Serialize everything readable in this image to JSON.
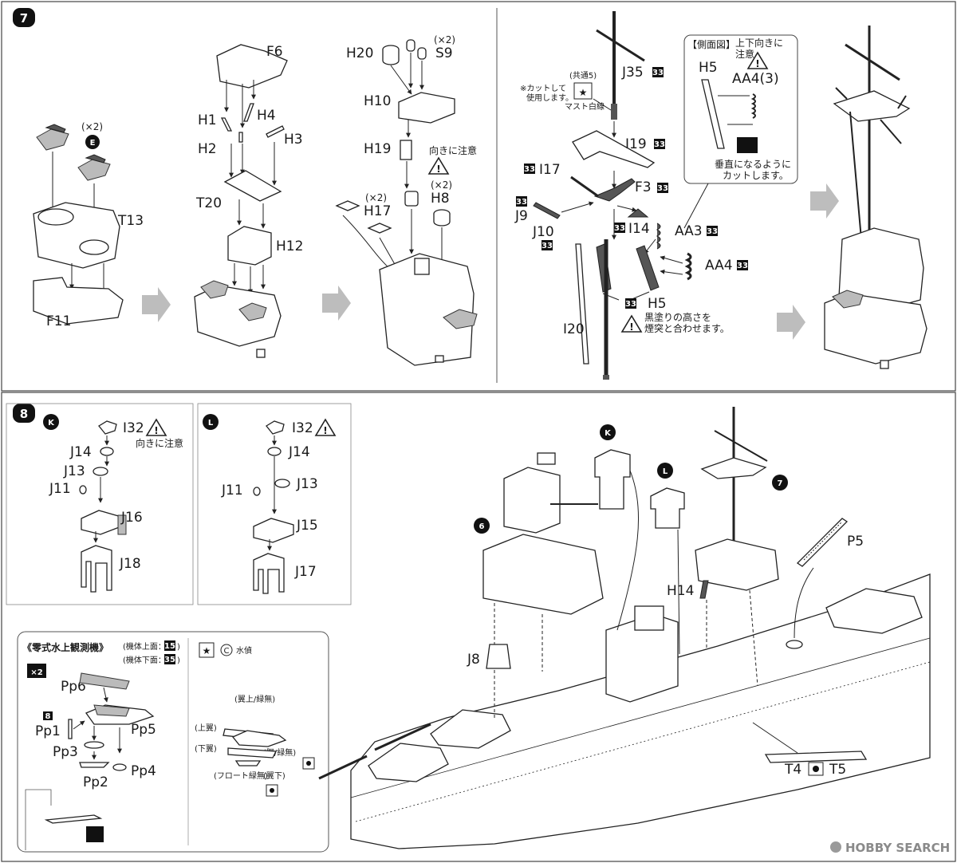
{
  "step7": {
    "number": "7",
    "sub_e": "E",
    "sub_e_qty": "(×2)",
    "labels": {
      "T13": "T13",
      "F11": "F11",
      "F6": "F6",
      "H1": "H1",
      "H4": "H4",
      "H2": "H2",
      "H3": "H3",
      "T20": "T20",
      "H12": "H12",
      "H20": "H20",
      "S9": "S9",
      "S9_qty": "(×2)",
      "H10": "H10",
      "H19": "H19",
      "H8": "H8",
      "H8_qty": "(×2)",
      "H17": "H17",
      "H17_qty": "(×2)",
      "orient_note": "向きに注意",
      "J35": "J35",
      "J35_code": "33",
      "I19": "I19",
      "I19_code": "33",
      "I17": "I17",
      "I17_code": "33",
      "F3": "F3",
      "F3_code": "33",
      "J9": "J9",
      "J9_code": "33",
      "J10": "J10",
      "J10_code": "33",
      "I14": "I14",
      "I14_code": "33",
      "AA3": "AA3",
      "AA3_code": "33",
      "AA4": "AA4",
      "AA4_code": "33",
      "H5": "H5",
      "H5_code": "33",
      "I20": "I20",
      "common_label": "(共通5)",
      "cut_note_1": "※カットして",
      "cut_note_2": "使用します。",
      "mast_line": "マスト白線",
      "black_note_1": "黒塗りの高さを",
      "black_note_2": "煙突と合わせます。"
    },
    "side_view": {
      "title": "【側面図】",
      "note_1": "上下向きに",
      "note_2": "注意",
      "h5": "H5",
      "aa4": "AA4(3)",
      "cut_1": "垂直になるように",
      "cut_2": "カットします。"
    }
  },
  "step8": {
    "number": "8",
    "sub_k": "K",
    "sub_l": "L",
    "k_labels": {
      "I32": "I32",
      "orient": "向きに注意",
      "J14": "J14",
      "J13": "J13",
      "J11": "J11",
      "J16": "J16",
      "J18": "J18"
    },
    "l_labels": {
      "I32": "I32",
      "J14": "J14",
      "J11": "J11",
      "J13": "J13",
      "J15": "J15",
      "J17": "J17"
    },
    "plane": {
      "title": "《零式水上観測機》",
      "top_note": "(機体上面：",
      "top_code": "15",
      "bottom_note": "(機体下面：",
      "bottom_code": "35",
      "close_paren": ")",
      "qty": "×2",
      "Pp6": "Pp6",
      "Pp1": "Pp1",
      "Pp5": "Pp5",
      "Pp3": "Pp3",
      "Pp4": "Pp4",
      "Pp2": "Pp2",
      "Pp_code": "8",
      "decal_c": "C",
      "decal_label": "水偵",
      "wing_top_note": "(翼上/緑無)",
      "upper_wing": "(上翼)",
      "lower_wing": "(下翼)",
      "fuselage_note": "(胴/緑無)",
      "float_note": "(フロート緑無)",
      "wing_bottom": "(翼下)"
    },
    "ship_labels": {
      "six": "6",
      "K": "K",
      "L": "L",
      "seven": "7",
      "P5": "P5",
      "H14": "H14",
      "J8": "J8",
      "T4": "T4",
      "T5": "T5"
    }
  },
  "watermark": "HOBBY SEARCH",
  "colors": {
    "accent": "#111111",
    "arrow": "#bdbdbd",
    "line": "#222222"
  }
}
